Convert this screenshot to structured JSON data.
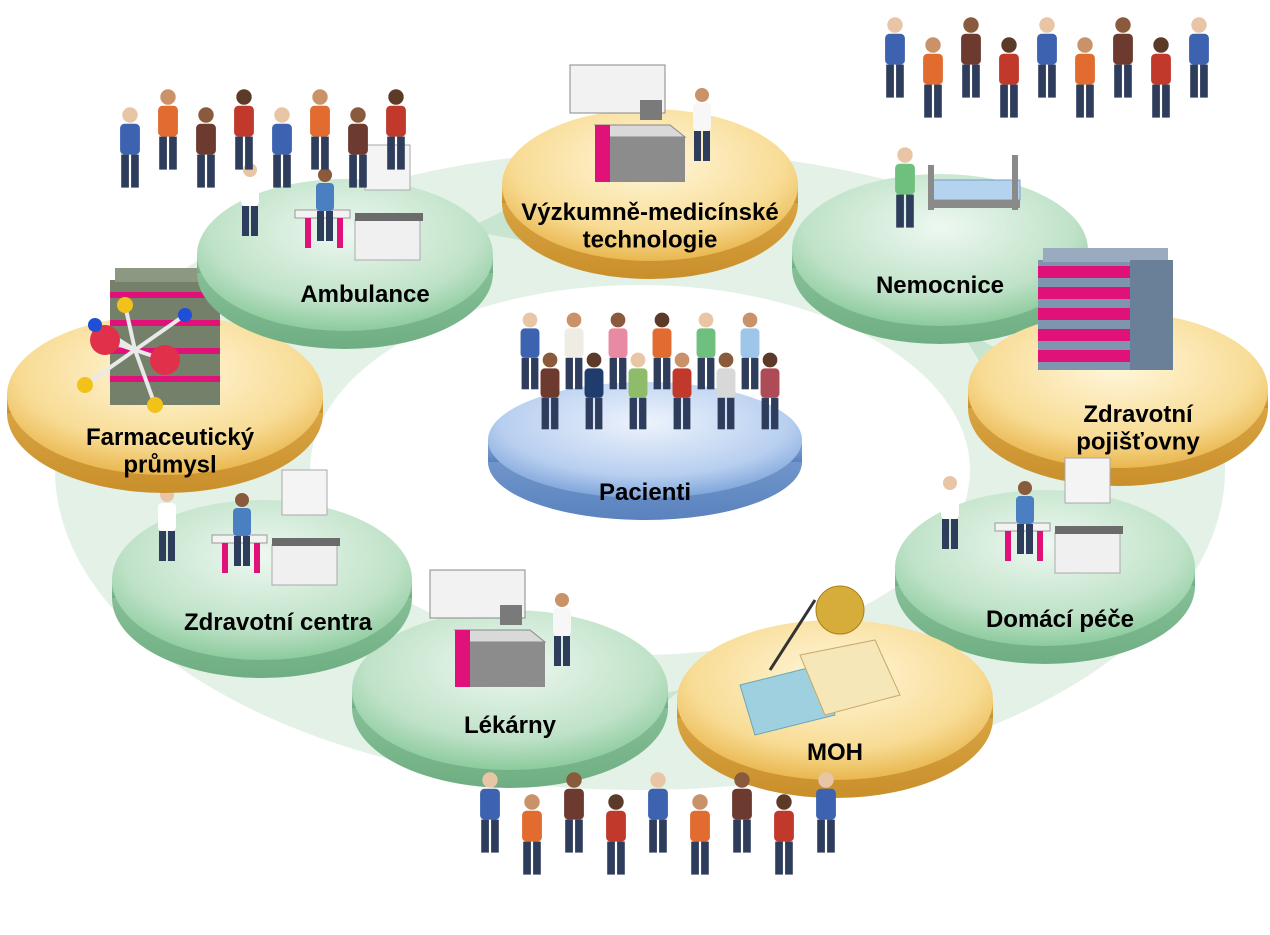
{
  "center": {
    "label": "Pacienti"
  },
  "nodes": [
    {
      "id": "vyzkum",
      "lines": [
        "Výzkumně-medicínské",
        "technologie"
      ],
      "kind": "gold",
      "icon": "lab-workstation-icon"
    },
    {
      "id": "nemocnice",
      "lines": [
        "Nemocnice"
      ],
      "kind": "green",
      "icon": "hospital-room-icon"
    },
    {
      "id": "pojistovny",
      "lines": [
        "Zdravotní",
        "pojišťovny"
      ],
      "kind": "gold",
      "icon": "insurance-building-icon"
    },
    {
      "id": "domaci",
      "lines": [
        "Domácí péče"
      ],
      "kind": "green",
      "icon": "clinic-room-icon"
    },
    {
      "id": "moh",
      "lines": [
        "MOH"
      ],
      "kind": "gold",
      "icon": "documents-coin-icon"
    },
    {
      "id": "lekarny",
      "lines": [
        "Lékárny"
      ],
      "kind": "green",
      "icon": "lab-workstation-icon"
    },
    {
      "id": "centra",
      "lines": [
        "Zdravotní centra"
      ],
      "kind": "green",
      "icon": "clinic-room-icon"
    },
    {
      "id": "farma",
      "lines": [
        "Farmaceutický",
        "průmysl"
      ],
      "kind": "gold",
      "icon": "molecule-building-icon"
    },
    {
      "id": "ambulance",
      "lines": [
        "Ambulance"
      ],
      "kind": "green",
      "icon": "clinic-room-icon"
    }
  ],
  "colors": {
    "ring": "#dcefe2",
    "arrow": "#c9e6d2",
    "green_top": "#e6f4ea",
    "green_bottom": "#9fd3ad",
    "gold_top": "#fff3cf",
    "gold_bottom": "#f1c76a",
    "blue_top": "#e4eefb",
    "blue_bottom": "#8fb4e3",
    "accent": "#e0127a"
  }
}
